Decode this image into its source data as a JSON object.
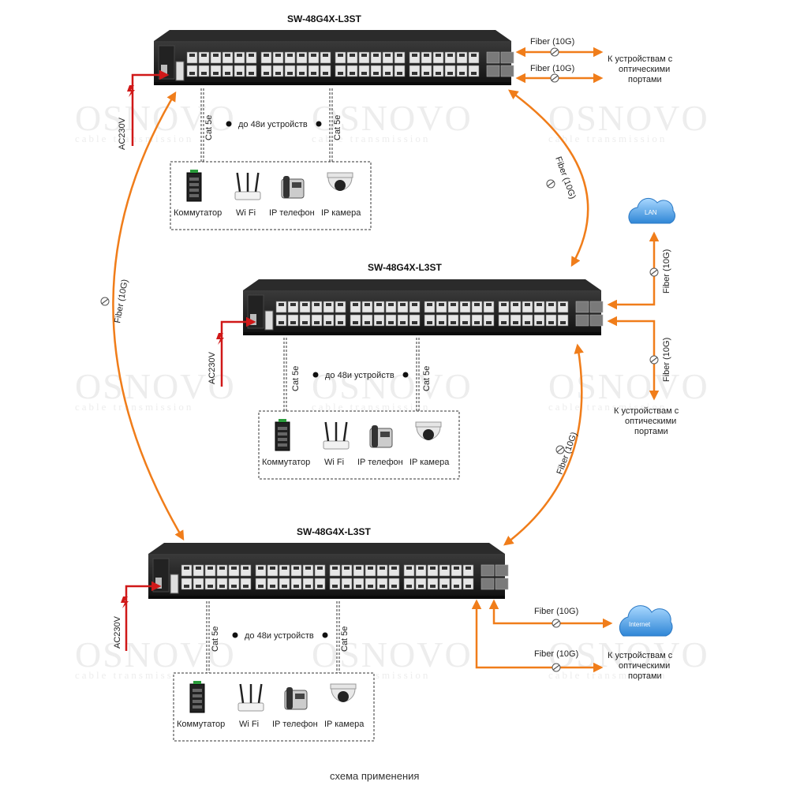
{
  "switch_model": "SW-48G4X-L3ST",
  "labels": {
    "fiber": "Fiber (10G)",
    "to_optical_line1": "К устройствам с",
    "to_optical_line2": "оптическими",
    "to_optical_line3": "портами",
    "ac": "AC230V",
    "cat": "Cat 5e",
    "up_to_48": "до 48и устройств",
    "lan": "LAN",
    "internet": "Internet",
    "caption": "схема применения"
  },
  "devices": [
    "Коммутатор",
    "Wi Fi",
    "IP телефон",
    "IP камера"
  ],
  "watermark": {
    "brand": "OSNOVO",
    "tagline": "cable transmission"
  },
  "colors": {
    "fiber": "#f07d1a",
    "power": "#d01818",
    "switch_body": "#1c1c1c",
    "cloud": "#5aa9e6"
  }
}
